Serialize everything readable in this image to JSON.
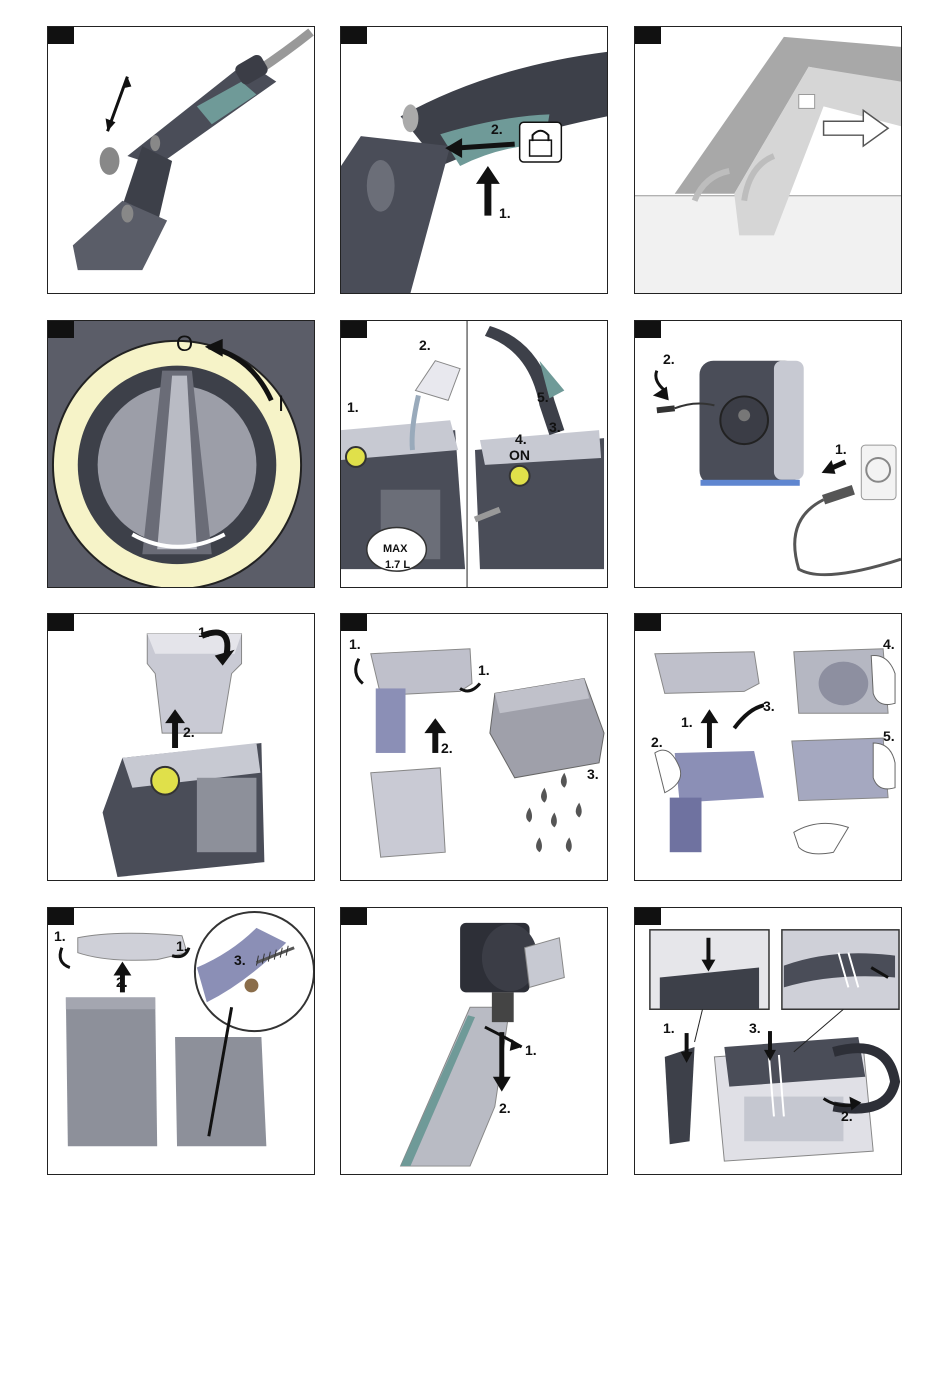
{
  "colors": {
    "body_dark": "#4a4d58",
    "accent_teal": "#6f9a98",
    "light_grey": "#c7c9d2",
    "lilac": "#8b8fb6",
    "ring_yellow": "#f6f3c8",
    "water_blue": "#5f86d0"
  },
  "panels": {
    "p1": {
      "icons": [
        "double-arrow-icon"
      ]
    },
    "p2": {
      "step1": "1.",
      "step2": "2.",
      "icons": [
        "lock-icon"
      ]
    },
    "p3": {
      "icons": [
        "arrow-right-icon"
      ]
    },
    "p4": {
      "off": "O",
      "on": "I"
    },
    "p5": {
      "step1": "1.",
      "step2": "2.",
      "step3": "3.",
      "step4": "4.",
      "on_text": "ON",
      "step5": "5.",
      "max_text": "MAX",
      "volume": "1.7 L"
    },
    "p6": {
      "step1": "1.",
      "step2": "2."
    },
    "p7": {
      "step1": "1.",
      "step2": "2."
    },
    "p8": {
      "step1a": "1.",
      "step1b": "1.",
      "step2": "2.",
      "step3": "3."
    },
    "p9": {
      "step1": "1.",
      "step2": "2.",
      "step3": "3.",
      "step4": "4.",
      "step5": "5."
    },
    "p10": {
      "step1a": "1.",
      "step1b": "1.",
      "step2": "2.",
      "step3": "3.",
      "icons": [
        "brush-icon"
      ]
    },
    "p11": {
      "step1": "1.",
      "step2": "2."
    },
    "p12": {
      "step1": "1.",
      "step2": "2.",
      "step3": "3."
    }
  }
}
